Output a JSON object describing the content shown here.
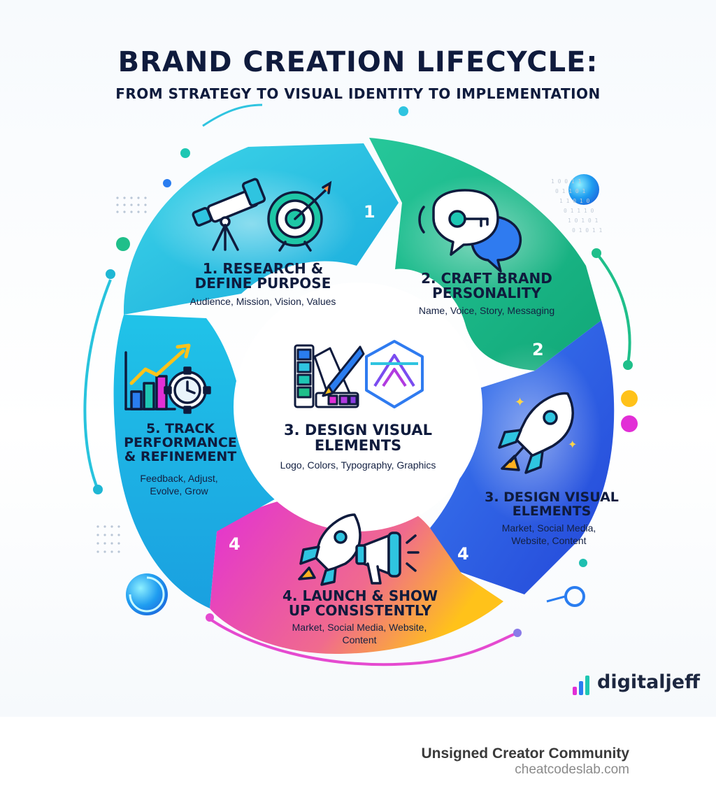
{
  "header": {
    "title": "BRAND CREATION LIFECYCLE:",
    "subtitle": "FROM STRATEGY TO VISUAL IDENTITY TO IMPLEMENTATION"
  },
  "stages": [
    {
      "number": "1",
      "title_l1": "1. RESEARCH &",
      "title_l2": "DEFINE PURPOSE",
      "subtitle": "Audience, Mission, Vision, Values"
    },
    {
      "number": "2",
      "title_l1": "2. CRAFT BRAND",
      "title_l2": "PERSONALITY",
      "subtitle": "Name, Voice, Story, Messaging"
    },
    {
      "number": "4",
      "title_l1": "3. DESIGN VISUAL",
      "title_l2": "ELEMENTS",
      "subtitle_l1": "Market, Social Media,",
      "subtitle_l2": "Website, Content"
    },
    {
      "number": "4",
      "title_l1": "4. LAUNCH & SHOW",
      "title_l2": "UP CONSISTENTLY",
      "subtitle_l1": "Market, Social Media, Website,",
      "subtitle_l2": "Content"
    },
    {
      "title_l1": "5. TRACK",
      "title_l2": "PERFORMANCE",
      "title_l3": "& REFINEMENT",
      "subtitle_l1": "Feedback, Adjust,",
      "subtitle_l2": "Evolve, Grow"
    }
  ],
  "center": {
    "title_l1": "3. DESIGN VISUAL",
    "title_l2": "ELEMENTS",
    "subtitle": "Logo, Colors, Typography, Graphics"
  },
  "brand": {
    "name": "digitaljeff"
  },
  "footer": {
    "title": "Unsigned Creator Community",
    "url": "cheatcodeslab.com"
  },
  "icons": [
    "telescope-icon",
    "target-icon",
    "chat-key-icon",
    "rocket-icon",
    "megaphone-icon",
    "growth-chart-icon",
    "gear-icon",
    "color-palette-icon",
    "geometric-logo-icon"
  ],
  "colors": {
    "navy": "#0f1b3d",
    "cyan": "#22c6e0",
    "green": "#1fbf8a",
    "blue": "#2f63e6",
    "magenta": "#e52fd0",
    "yellow": "#ffc21a"
  }
}
